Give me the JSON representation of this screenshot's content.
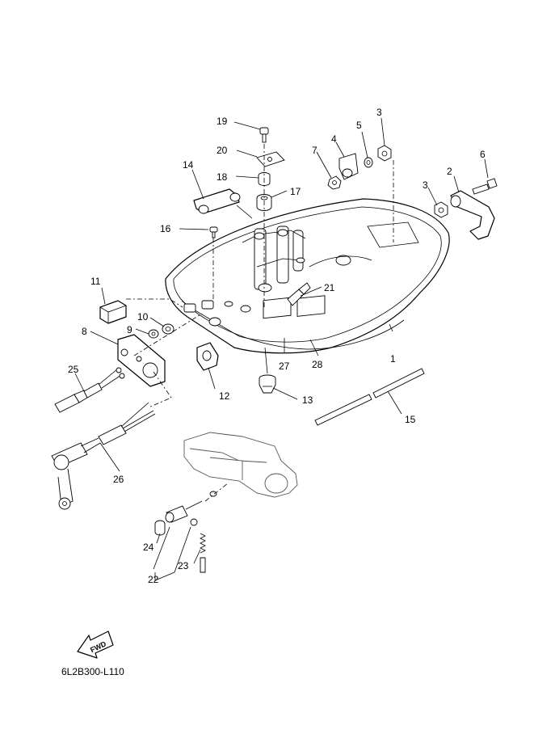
{
  "diagram": {
    "drawing_code": "6L2B300-L110",
    "direction_label": "FWD",
    "callouts": [
      "1",
      "2",
      "3",
      "3",
      "4",
      "5",
      "6",
      "7",
      "8",
      "9",
      "10",
      "11",
      "12",
      "13",
      "14",
      "15",
      "16",
      "17",
      "18",
      "19",
      "20",
      "21",
      "22",
      "23",
      "24",
      "25",
      "26",
      "27",
      "28"
    ]
  }
}
